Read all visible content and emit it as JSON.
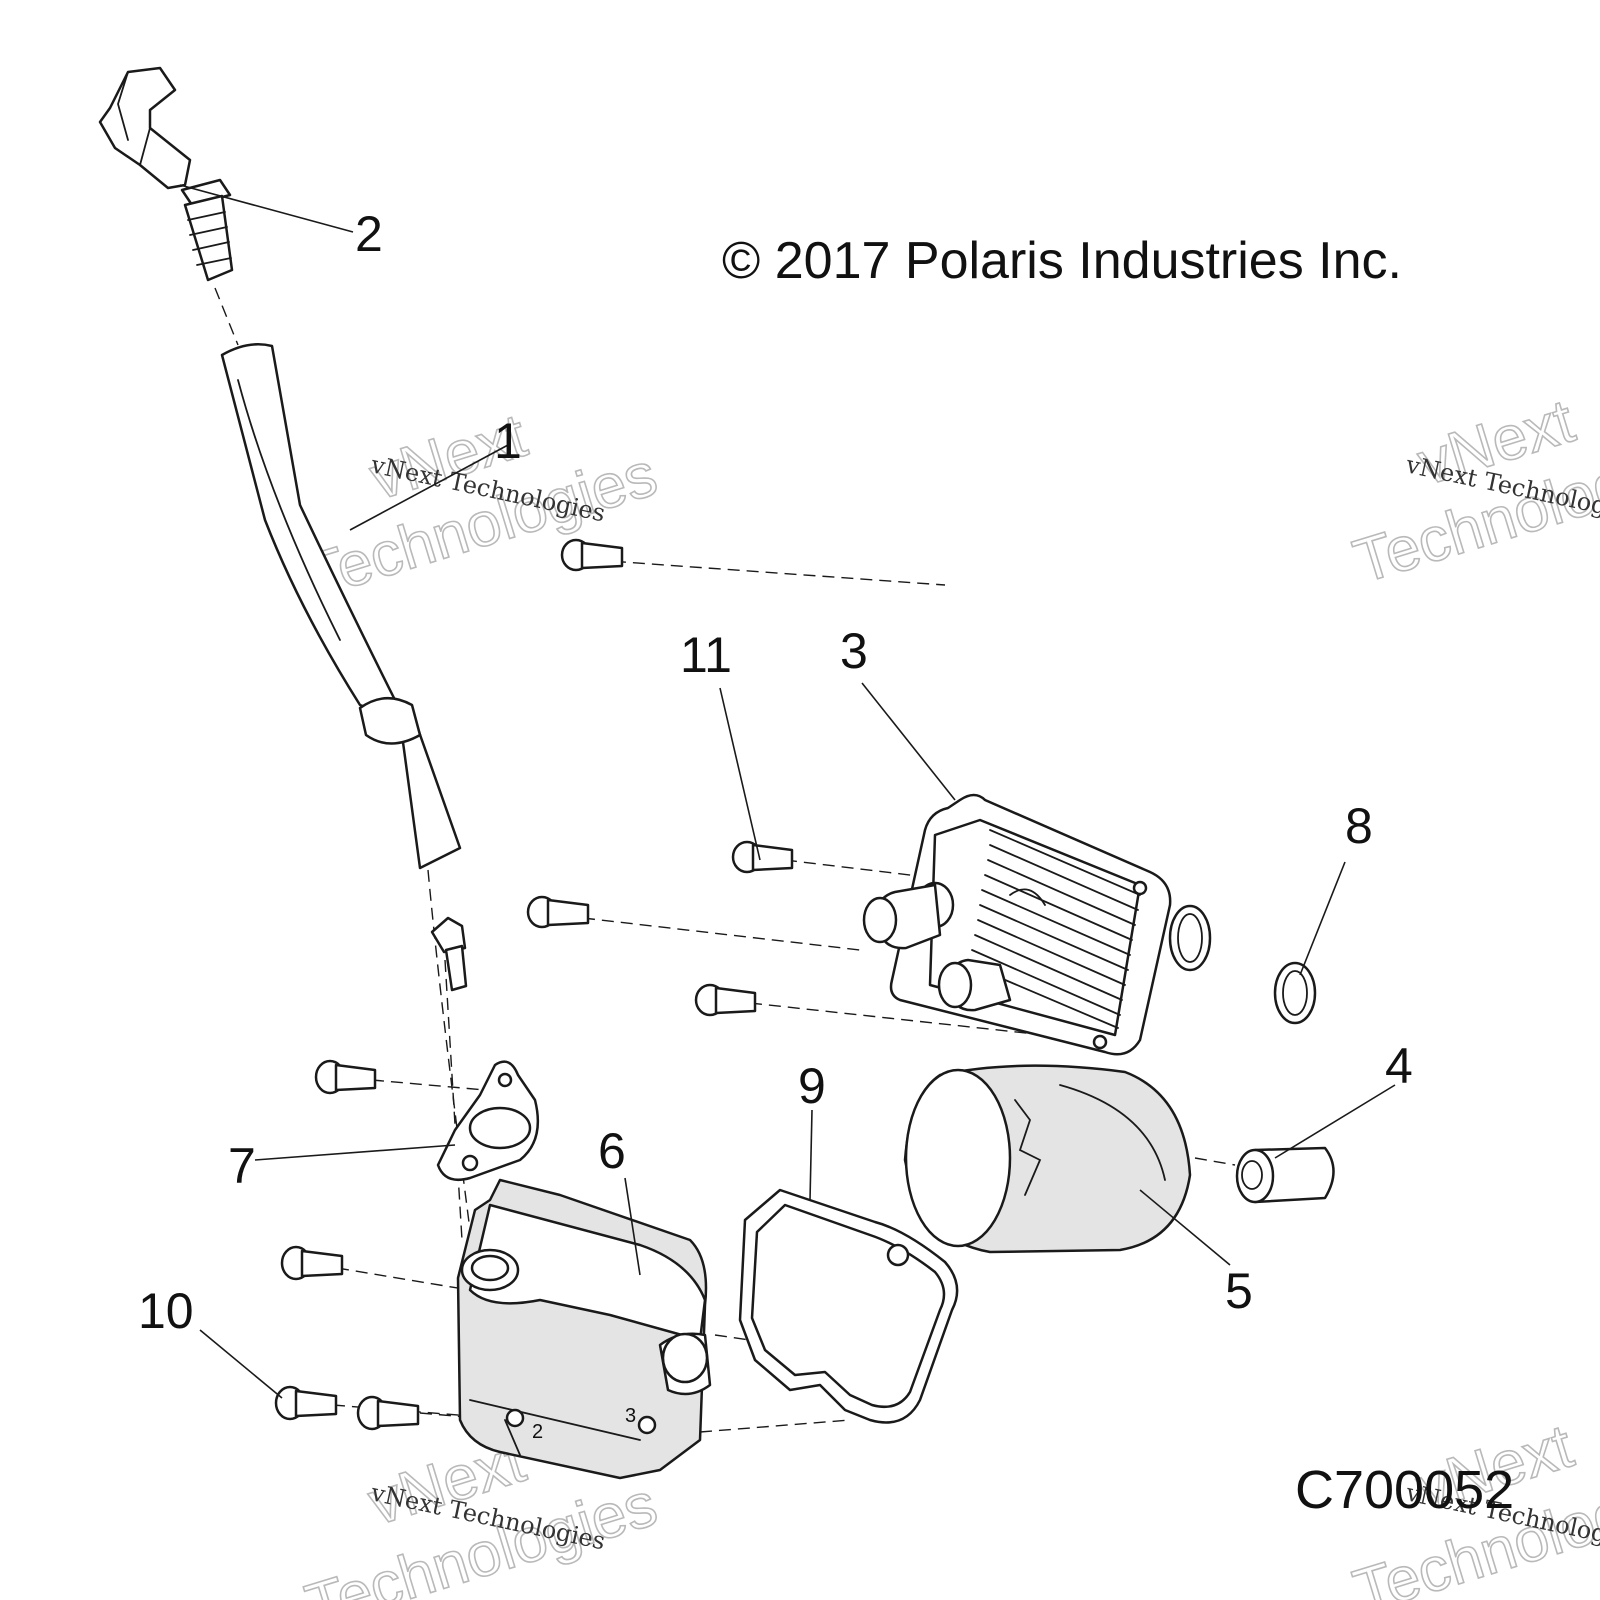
{
  "copyright": "© 2017 Polaris Industries Inc.",
  "figure_number": "C700052",
  "callouts": [
    "1",
    "2",
    "3",
    "4",
    "5",
    "6",
    "7",
    "8",
    "9",
    "10",
    "11"
  ],
  "watermark": {
    "big_line1": "vNext",
    "big_line2": "Technologies",
    "small": "vNext Technologies"
  }
}
